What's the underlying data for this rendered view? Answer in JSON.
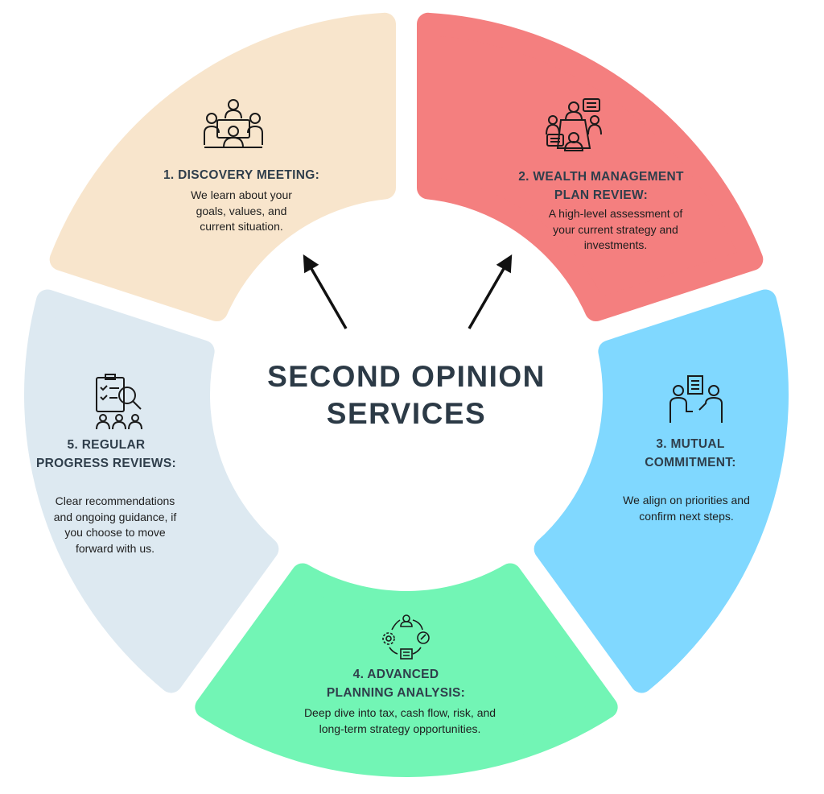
{
  "title": "SECOND OPINION\nSERVICES",
  "colors": {
    "peach": "#f8e5cc",
    "red": "#f47f7f",
    "blue": "#80d8ff",
    "green": "#72f5b5",
    "gray": "#dde9f1",
    "text": "#2c3a46"
  },
  "steps": [
    {
      "title": "1. DISCOVERY MEETING:",
      "body": "We learn about your\ngoals, values, and\ncurrent situation.",
      "icon": "meeting-table-icon"
    },
    {
      "title": "2. WEALTH MANAGEMENT\nPLAN REVIEW:",
      "body": "A high-level assessment of\nyour current strategy and\ninvestments.",
      "icon": "group-discussion-icon"
    },
    {
      "title": "3. MUTUAL\nCOMMITMENT:",
      "body": "We align on priorities and\nconfirm next steps.",
      "icon": "presentation-icon"
    },
    {
      "title": "4. ADVANCED\nPLANNING ANALYSIS:",
      "body": "Deep dive into tax, cash flow, risk, and\nlong-term strategy opportunities.",
      "icon": "planning-cycle-icon"
    },
    {
      "title": "5. REGULAR\nPROGRESS REVIEWS:",
      "body": "Clear recommendations\nand ongoing guidance, if\nyou choose to move\nforward with us.",
      "icon": "clipboard-search-icon"
    }
  ]
}
